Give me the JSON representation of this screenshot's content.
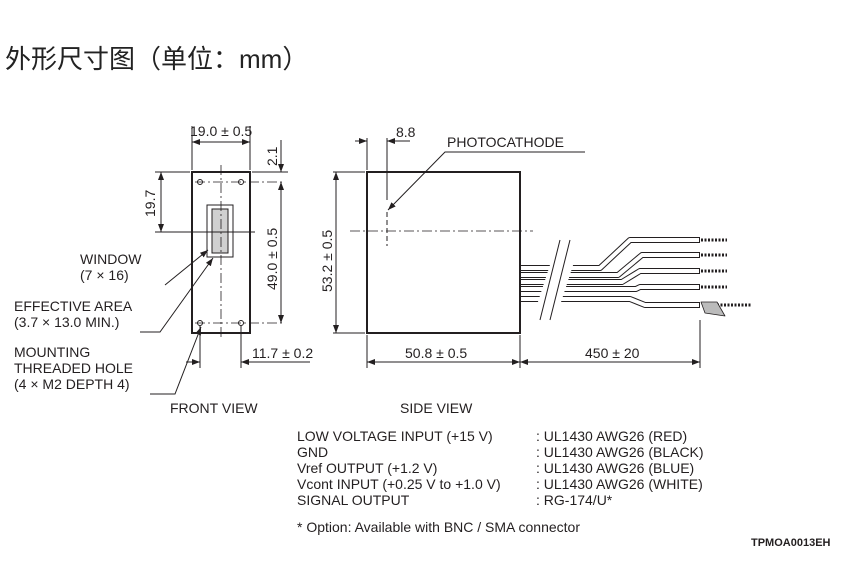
{
  "title": "外形尺寸图（单位：mm）",
  "front_view": {
    "label": "FRONT VIEW",
    "dim_width": "19.0 ± 0.5",
    "dim_top_offset": "2.1",
    "dim_center": "19.7",
    "dim_hole_pitch_v": "49.0 ± 0.5",
    "dim_hole_pitch_h": "11.7 ± 0.2",
    "callouts": {
      "window": [
        "WINDOW",
        "(7 × 16)"
      ],
      "effective_area": [
        "EFFECTIVE AREA",
        "(3.7 × 13.0 MIN.)"
      ],
      "mounting": [
        "MOUNTING",
        "THREADED HOLE",
        "(4 × M2 DEPTH 4)"
      ]
    }
  },
  "side_view": {
    "label": "SIDE VIEW",
    "dim_photocathode": "8.8",
    "photocathode_label": "PHOTOCATHODE",
    "dim_height": "53.2 ± 0.5",
    "dim_length": "50.8 ± 0.5",
    "dim_cable": "450 ± 20"
  },
  "wiring": [
    {
      "signal": "LOW VOLTAGE INPUT (+15 V)",
      "cable": ": UL1430 AWG26 (RED)"
    },
    {
      "signal": "GND",
      "cable": ": UL1430 AWG26 (BLACK)"
    },
    {
      "signal": "Vref OUTPUT (+1.2 V)",
      "cable": ": UL1430 AWG26 (BLUE)"
    },
    {
      "signal": "Vcont INPUT (+0.25 V to +1.0 V)",
      "cable": ": UL1430 AWG26 (WHITE)"
    },
    {
      "signal": "SIGNAL OUTPUT",
      "cable": ": RG-174/U*"
    }
  ],
  "footnote": "* Option: Available with BNC / SMA connector",
  "drawing_code": "TPMOA0013EH"
}
